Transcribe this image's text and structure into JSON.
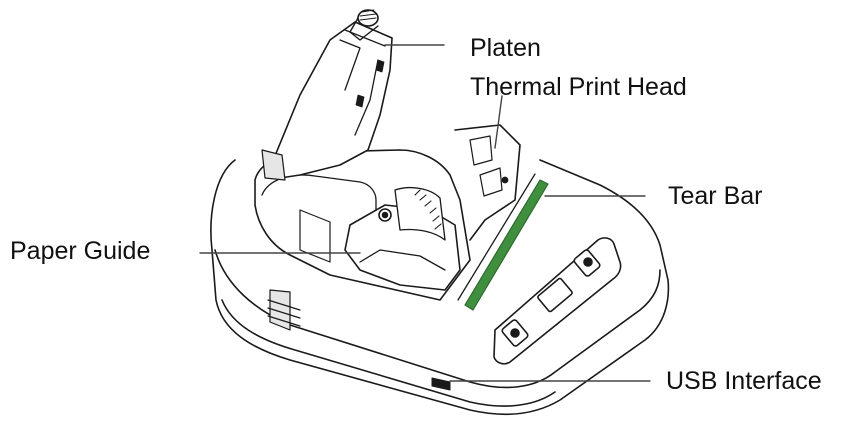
{
  "labels": {
    "platen": "Platen",
    "thermal_print_head": "Thermal Print Head",
    "tear_bar": "Tear Bar",
    "paper_guide": "Paper Guide",
    "usb_interface": "USB Interface"
  },
  "colors": {
    "line": "#1a1a1a",
    "leader": "#444444",
    "board_green": "#3f8f3f",
    "fill": "#ffffff",
    "shade": "#e6e6e6"
  }
}
